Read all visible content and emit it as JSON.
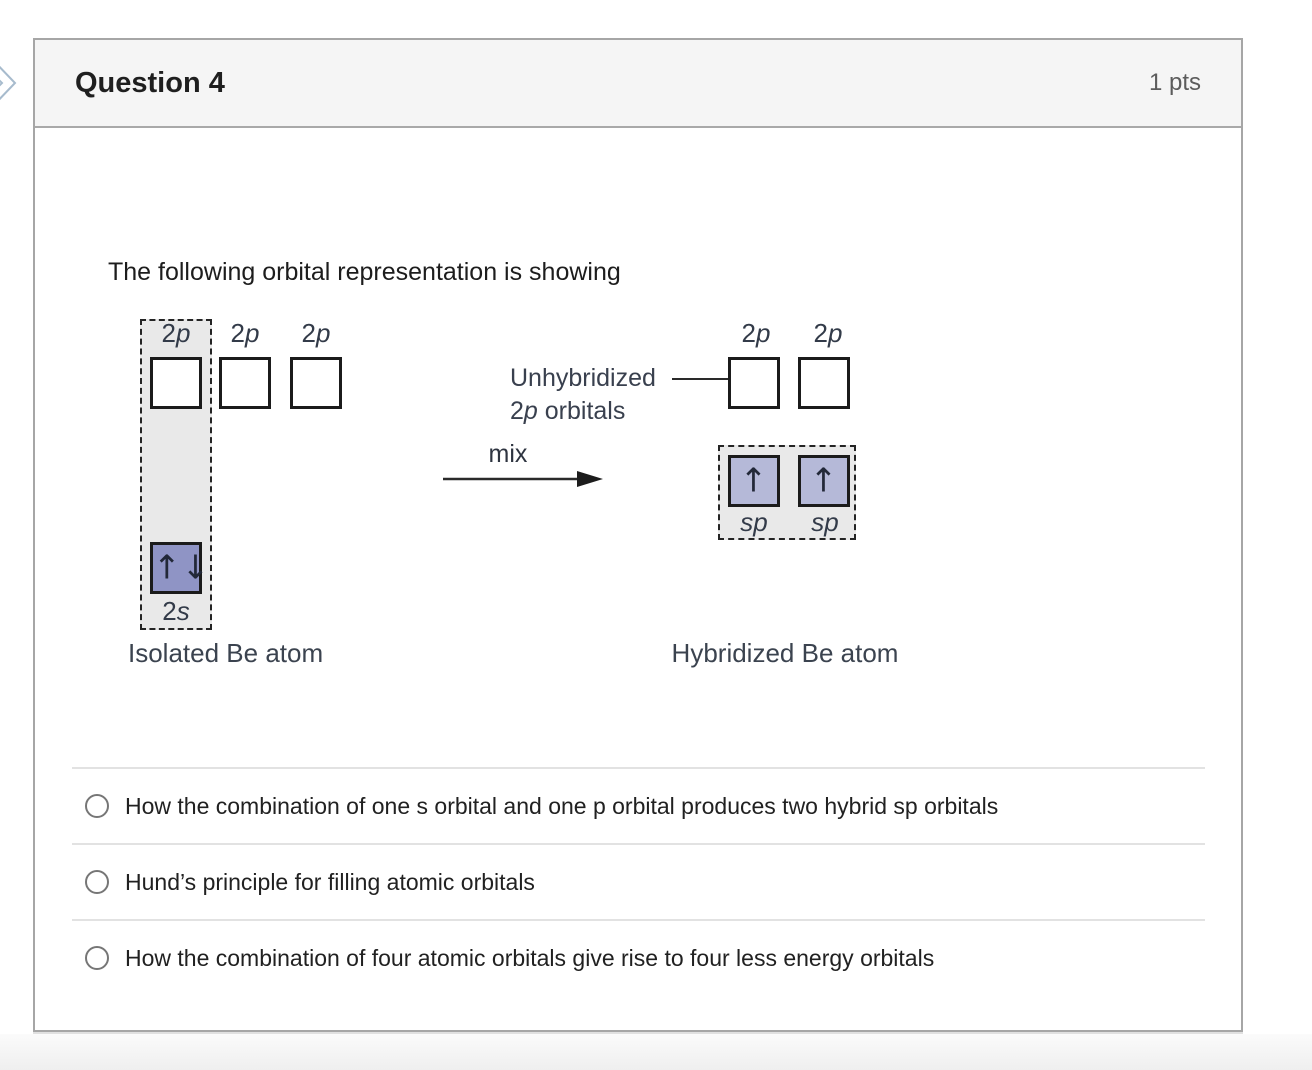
{
  "header": {
    "title": "Question 4",
    "points": "1 pts"
  },
  "question": {
    "prompt": "The following orbital representation is showing"
  },
  "diagram": {
    "isolated": {
      "orbital_labels": [
        {
          "num": "2",
          "letter": "p"
        },
        {
          "num": "2",
          "letter": "p"
        },
        {
          "num": "2",
          "letter": "p"
        }
      ],
      "s_orbital": {
        "num": "2",
        "letter": "s"
      },
      "s_electrons": "↑↓",
      "caption": "Isolated Be atom"
    },
    "mix_label": "mix",
    "unhybridized": {
      "line1": "Unhybridized",
      "line2_num": "2",
      "line2_letter": "p",
      "line2_rest": " orbitals"
    },
    "hybridized": {
      "orbital_labels": [
        {
          "num": "2",
          "letter": "p"
        },
        {
          "num": "2",
          "letter": "p"
        }
      ],
      "sp_labels": [
        "sp",
        "sp"
      ],
      "sp_electrons": "↑",
      "caption": "Hybridized Be atom"
    },
    "colors": {
      "s_fill": "#8f94c5",
      "sp_fill": "#b5b9d8",
      "panel_bg": "#e9e9e9"
    }
  },
  "options": [
    {
      "label": "How the combination of one s orbital and one p orbital produces two hybrid sp orbitals"
    },
    {
      "label": "Hund’s principle for filling atomic orbitals"
    },
    {
      "label": "How the combination of four atomic orbitals give rise to four less energy orbitals"
    }
  ]
}
